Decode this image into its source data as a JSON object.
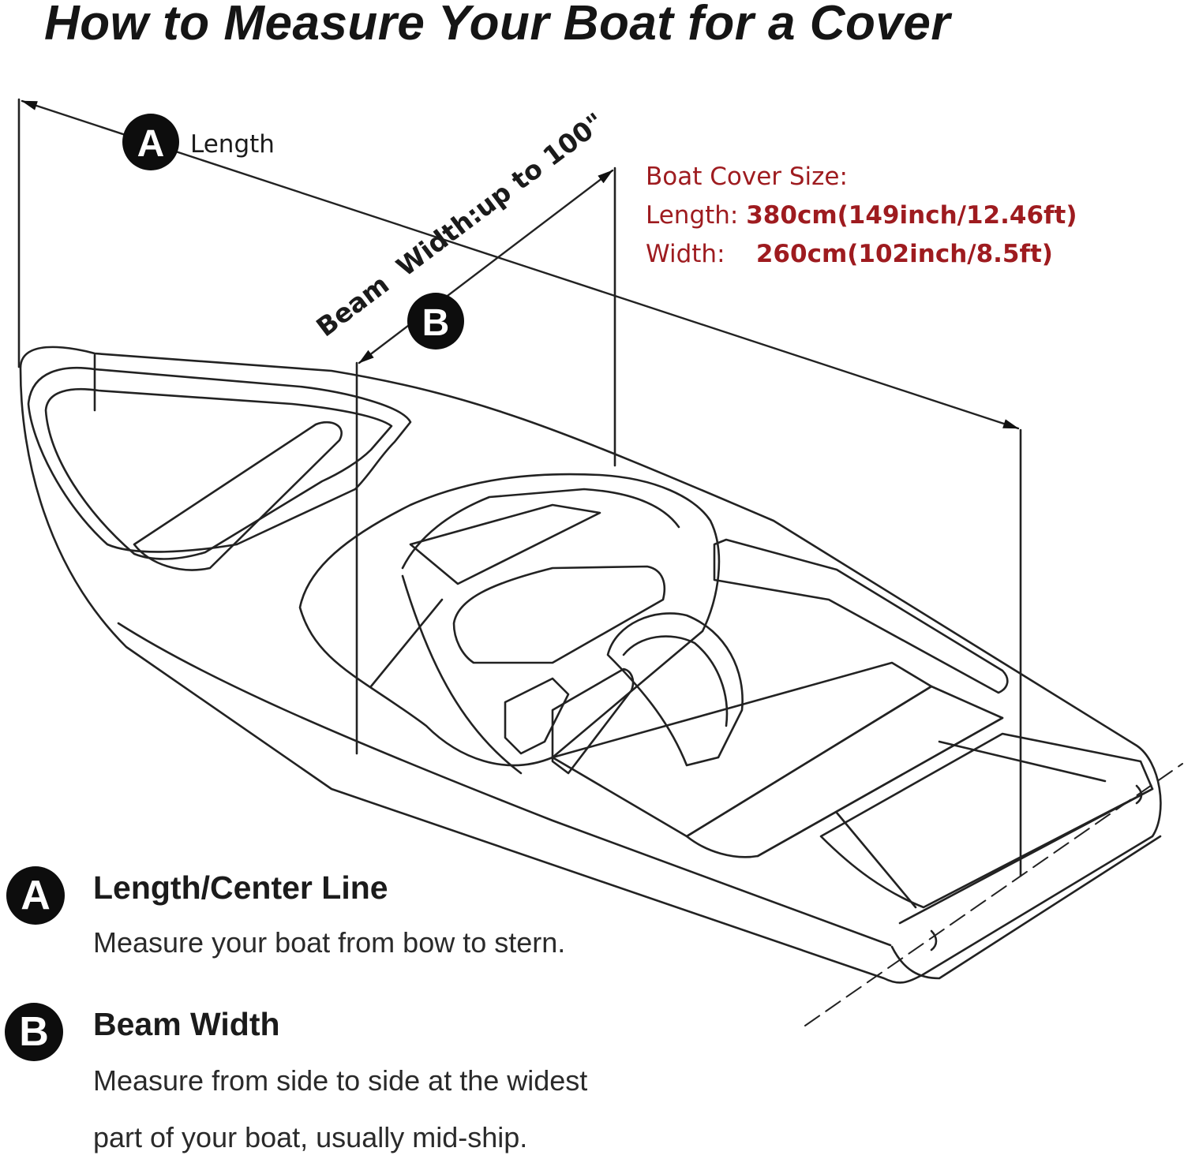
{
  "title": "How to Measure Your Boat for a Cover",
  "diagram": {
    "label_a": "A",
    "label_a_text": "Length",
    "label_b": "B",
    "beam_text": "Beam  Width:up to 100\""
  },
  "cover_size": {
    "heading": "Boat Cover Size:",
    "length_label": "Length:",
    "length_value": "380cm(149inch/12.46ft)",
    "width_label": "Width:",
    "width_value": "260cm(102inch/8.5ft)",
    "color": "#9e1b1f"
  },
  "legend": [
    {
      "badge": "A",
      "title": "Length/Center Line",
      "lines": [
        "Measure your boat from bow to stern."
      ]
    },
    {
      "badge": "B",
      "title": "Beam Width",
      "lines": [
        "Measure from side to side at the widest",
        "part of your boat, usually mid-ship."
      ]
    }
  ]
}
